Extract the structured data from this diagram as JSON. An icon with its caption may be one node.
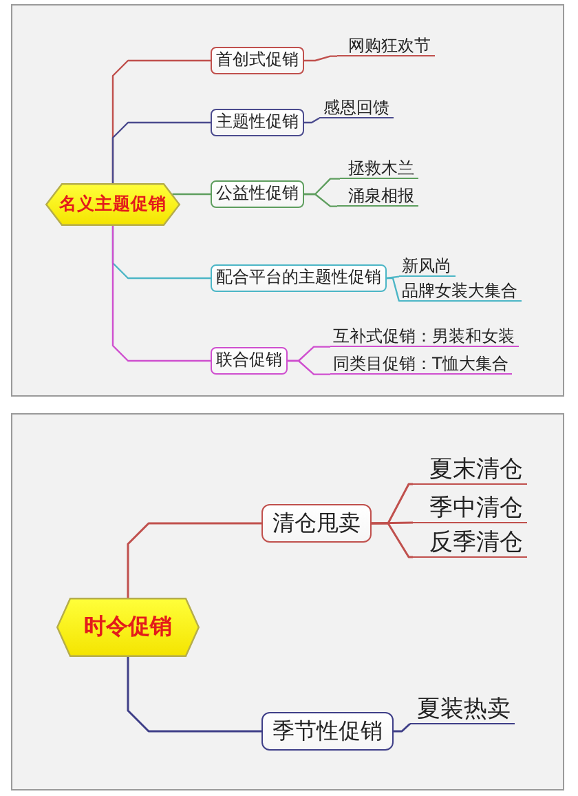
{
  "diagram": {
    "nodes": [
      {
        "text": [
          "名义主题促销"
        ]
      },
      {
        "text": [
          "首创式促销"
        ]
      },
      {
        "text": [
          "网购狂欢节"
        ]
      },
      {
        "text": [
          "主题性促销"
        ]
      },
      {
        "text": [
          "感恩回馈"
        ]
      },
      {
        "text": [
          "公益性促销"
        ]
      },
      {
        "text": [
          "拯救木兰"
        ]
      },
      {
        "text": [
          "涌泉相报"
        ]
      },
      {
        "text": [
          "配合平台的主题性促销"
        ]
      },
      {
        "text": [
          "新风尚"
        ]
      },
      {
        "text": [
          "品牌女装大集合"
        ]
      },
      {
        "text": [
          "联合促销"
        ]
      },
      {
        "text": [
          "互补式促销：男装和女装"
        ]
      },
      {
        "text": [
          "同类目促销：T恤大集合"
        ]
      },
      {
        "text": [
          "时令促销"
        ]
      },
      {
        "text": [
          "清仓甩卖"
        ]
      },
      {
        "text": [
          "夏末清仓"
        ]
      },
      {
        "text": [
          "季中清仓"
        ]
      },
      {
        "text": [
          "反季清仓"
        ]
      },
      {
        "text": [
          "季节性促销"
        ]
      },
      {
        "text": [
          "夏装热卖"
        ]
      }
    ],
    "edges": [
      {
        "from": 0,
        "to": 1,
        "arrow": "none"
      },
      {
        "from": 1,
        "to": 2,
        "arrow": "none"
      },
      {
        "from": 0,
        "to": 3,
        "arrow": "none",
        "color": "#4b4b8e"
      },
      {
        "from": 3,
        "to": 4,
        "arrow": "none",
        "color": "#4b4b8e"
      },
      {
        "from": 0,
        "to": 5,
        "arrow": "none",
        "color": "#5e9e5e"
      },
      {
        "from": 5,
        "to": 6,
        "arrow": "none",
        "color": "#5e9e5e"
      },
      {
        "from": 5,
        "to": 7,
        "arrow": "none",
        "color": "#5e9e5e"
      },
      {
        "from": 0,
        "to": 8,
        "arrow": "none",
        "color": "#4cb6c6"
      },
      {
        "from": 8,
        "to": 9,
        "arrow": "none",
        "color": "#4cb6c6"
      },
      {
        "from": 8,
        "to": 10,
        "arrow": "none",
        "color": "#4cb6c6"
      },
      {
        "from": 0,
        "to": 11,
        "arrow": "none",
        "color": "#cf4fcf"
      },
      {
        "from": 11,
        "to": 12,
        "arrow": "none",
        "color": "#cf4fcf"
      },
      {
        "from": 11,
        "to": 13,
        "arrow": "none",
        "color": "#cf4fcf"
      },
      {
        "from": 14,
        "to": 15,
        "arrow": "none"
      },
      {
        "from": 15,
        "to": 16,
        "arrow": "none"
      },
      {
        "from": 15,
        "to": 17,
        "arrow": "none"
      },
      {
        "from": 15,
        "to": 18,
        "arrow": "none"
      },
      {
        "from": 14,
        "to": 19,
        "arrow": "none",
        "color": "#3f3f88"
      },
      {
        "from": 19,
        "to": 20,
        "arrow": "none",
        "color": "#3f3f88"
      }
    ]
  }
}
